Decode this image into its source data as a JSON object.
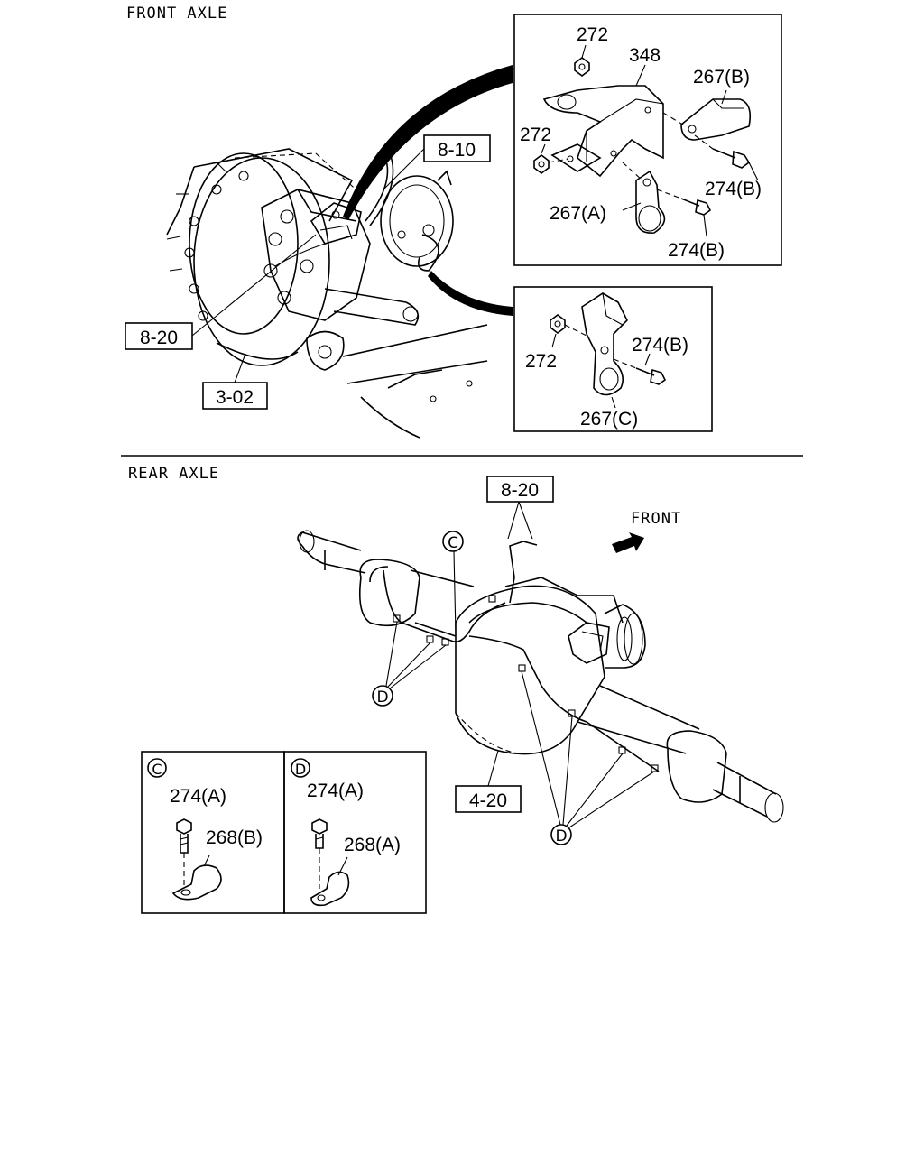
{
  "front_section": {
    "title": "FRONT AXLE",
    "refs": {
      "r810": "8-10",
      "r820": "8-20",
      "r302": "3-02"
    },
    "detail_a": {
      "p272a": "272",
      "p348": "348",
      "p267b": "267(B)",
      "p272b": "272",
      "p274b_1": "274(B)",
      "p267a": "267(A)",
      "p274b_2": "274(B)"
    },
    "detail_b": {
      "p272": "272",
      "p274b": "274(B)",
      "p267c": "267(C)"
    }
  },
  "rear_section": {
    "title": "REAR AXLE",
    "refs": {
      "r820": "8-20",
      "r420": "4-20"
    },
    "front_label": "FRONT",
    "markers": {
      "c": "C",
      "d1": "D",
      "d2": "D"
    },
    "inset_c": {
      "marker": "C",
      "bolt": "274(A)",
      "clip": "268(B)"
    },
    "inset_d": {
      "marker": "D",
      "bolt": "274(A)",
      "clip": "268(A)"
    }
  }
}
